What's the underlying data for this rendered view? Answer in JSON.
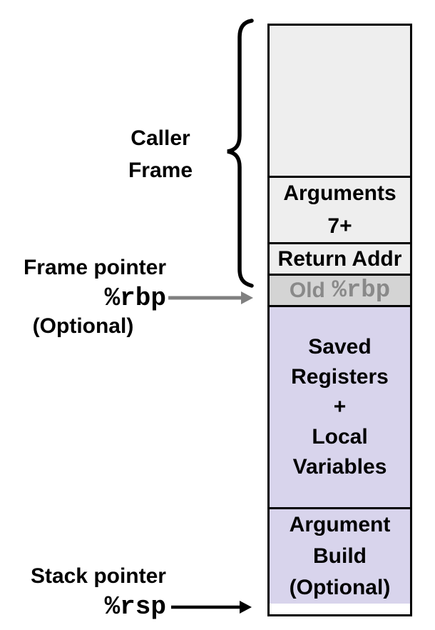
{
  "colors": {
    "background": "#ffffff",
    "caller_section_fill": "#eeeeee",
    "old_rbp_fill": "#d4d4d4",
    "old_rbp_text": "#898989",
    "callee_section_fill": "#d8d4ec",
    "border": "#000000",
    "rbp_arrow_gray": "#808080",
    "rsp_arrow_black": "#000000"
  },
  "caller_frame_label": {
    "lines": [
      "Caller",
      "Frame"
    ]
  },
  "frame_pointer": {
    "label": "Frame pointer",
    "register": "%rbp",
    "note": "(Optional)"
  },
  "stack_pointer": {
    "label": "Stack pointer",
    "register": "%rsp"
  },
  "stack": {
    "sections": [
      {
        "name": "caller-frame-space",
        "lines": []
      },
      {
        "name": "arguments-7plus",
        "lines": [
          "Arguments",
          "7+"
        ]
      },
      {
        "name": "return-addr",
        "lines": [
          "Return Addr"
        ]
      },
      {
        "name": "old-rbp",
        "prefix": "Old",
        "register": "%rbp"
      },
      {
        "name": "saved-registers-local-variables",
        "lines": [
          "Saved",
          "Registers",
          "+",
          "Local",
          "Variables"
        ]
      },
      {
        "name": "argument-build",
        "lines": [
          "Argument",
          "Build",
          "(Optional)"
        ]
      }
    ]
  }
}
